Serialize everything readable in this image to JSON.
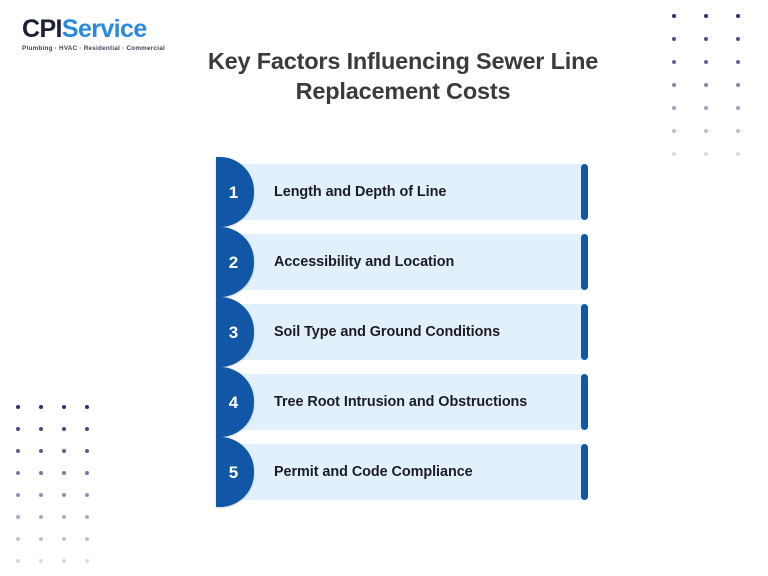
{
  "brand": {
    "name_part1": "CPI",
    "name_part2": "Service",
    "tagline": "Plumbing · HVAC · Residential · Commercial",
    "color_dark": "#1b2034",
    "color_accent": "#2a8ae0"
  },
  "header": {
    "title": "Key Factors Influencing Sewer Line Replacement Costs"
  },
  "theme": {
    "card_background": "#e2f0fb",
    "badge_color": "#1257a6",
    "accent_bar_color": "#1257a6",
    "text_color": "#1c1c22",
    "title_color": "#3b3b3b",
    "dot_color": "#332f72",
    "page_background": "#ffffff"
  },
  "factors": [
    {
      "number": "1",
      "label": "Length and Depth of Line"
    },
    {
      "number": "2",
      "label": "Accessibility and Location"
    },
    {
      "number": "3",
      "label": "Soil Type and Ground Conditions"
    },
    {
      "number": "4",
      "label": "Tree Root Intrusion and Obstructions"
    },
    {
      "number": "5",
      "label": "Permit and Code Compliance"
    }
  ],
  "decorations": {
    "top_right_dots": {
      "columns": 3,
      "rows": 7
    },
    "bottom_left_dots": {
      "columns": 4,
      "rows": 8
    }
  }
}
